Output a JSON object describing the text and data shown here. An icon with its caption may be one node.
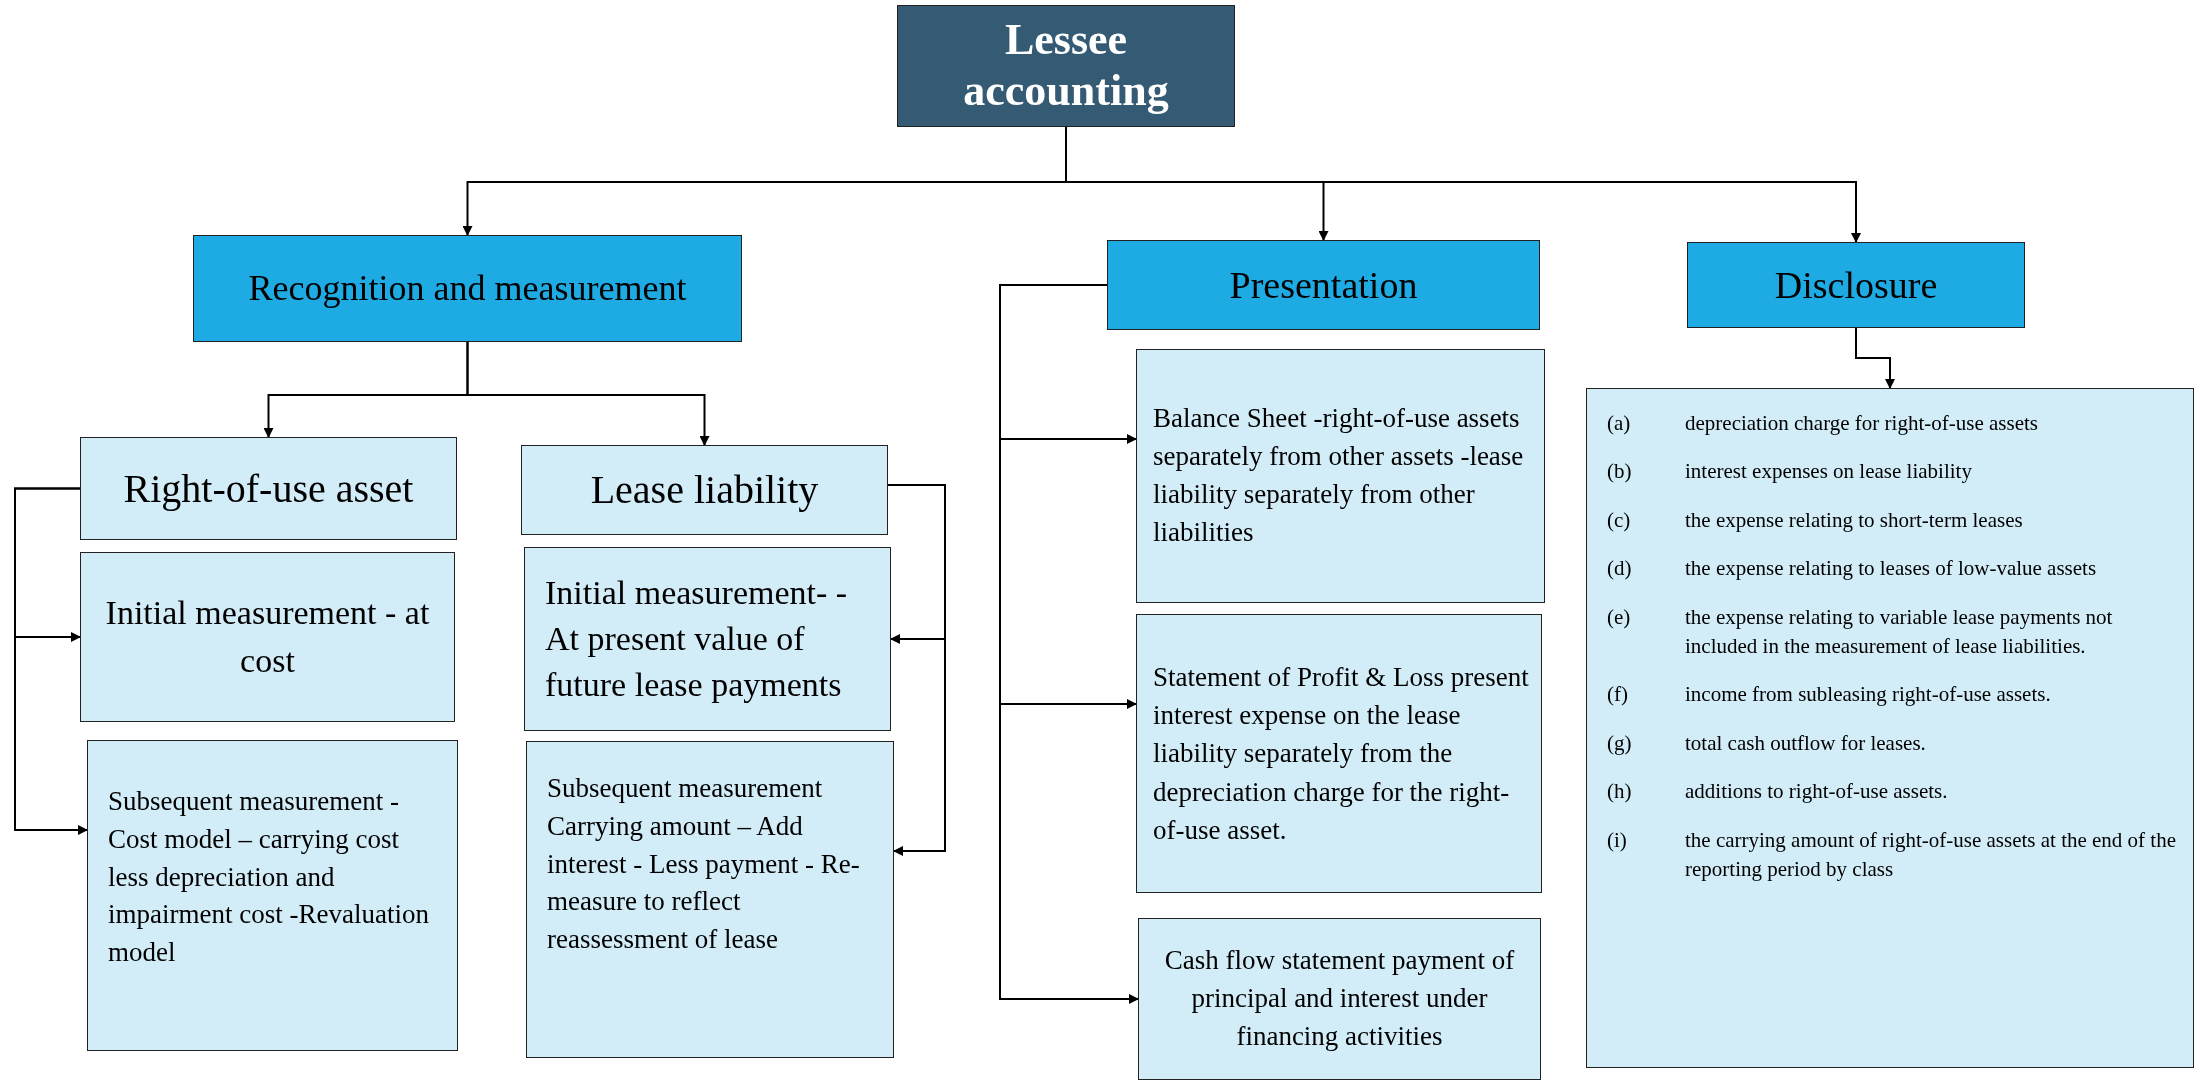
{
  "diagram": {
    "nodes": [
      {
        "text": [
          "Lessee accounting"
        ]
      },
      {
        "text": [
          "Recognition and measurement"
        ]
      },
      {
        "text": [
          "Presentation"
        ]
      },
      {
        "text": [
          "Disclosure"
        ]
      },
      {
        "text": [
          "Right-of-use asset"
        ]
      },
      {
        "text": [
          "Lease liability"
        ]
      },
      {
        "text": [
          "Initial measurement - at cost"
        ]
      },
      {
        "text": [
          "Subsequent measurement -Cost model – carrying cost less depreciation and impairment cost -Revaluation model"
        ]
      },
      {
        "text": [
          "Initial measurement- -At present value of future lease payments"
        ]
      },
      {
        "text": [
          "Subsequent measurement Carrying amount – Add interest - Less payment - Re-measure to reflect reassessment of lease"
        ]
      },
      {
        "text": [
          "Balance Sheet -right-of-use assets separately from other assets -lease liability separately from other liabilities"
        ]
      },
      {
        "text": [
          "Statement of Profit & Loss present interest expense on the lease liability separately from the depreciation charge for the right-of-use asset."
        ]
      },
      {
        "text": [
          "Cash flow statement payment of principal and interest under financing activities"
        ]
      },
      {
        "text": [
          "(a)",
          "depreciation charge for right-of-use assets",
          "(b)",
          "interest expenses on lease liability",
          "(c)",
          "the expense relating to short-term leases",
          "(d)",
          "the expense relating to leases of low-value assets",
          "(e)",
          "the expense relating to variable lease payments not included in the measurement of lease liabilities.",
          "(f)",
          "income from subleasing right-of-use assets.",
          "(g)",
          "total cash outflow for leases.",
          "(h)",
          "additions to right-of-use assets.",
          "(i)",
          "the carrying amount of right-of-use assets at the end of the reporting period by class"
        ]
      }
    ],
    "edges": [
      {
        "from": 0,
        "to": 1,
        "arrow": "to"
      },
      {
        "from": 0,
        "to": 2,
        "arrow": "to"
      },
      {
        "from": 0,
        "to": 3,
        "arrow": "to"
      },
      {
        "from": 1,
        "to": 4,
        "arrow": "to"
      },
      {
        "from": 1,
        "to": 5,
        "arrow": "to"
      },
      {
        "from": 4,
        "to": 6,
        "arrow": "to"
      },
      {
        "from": 4,
        "to": 7,
        "arrow": "to"
      },
      {
        "from": 5,
        "to": 8,
        "arrow": "to"
      },
      {
        "from": 5,
        "to": 9,
        "arrow": "to"
      },
      {
        "from": 2,
        "to": 10,
        "arrow": "to"
      },
      {
        "from": 2,
        "to": 11,
        "arrow": "to"
      },
      {
        "from": 2,
        "to": 12,
        "arrow": "to"
      },
      {
        "from": 3,
        "to": 13,
        "arrow": "to"
      }
    ]
  }
}
